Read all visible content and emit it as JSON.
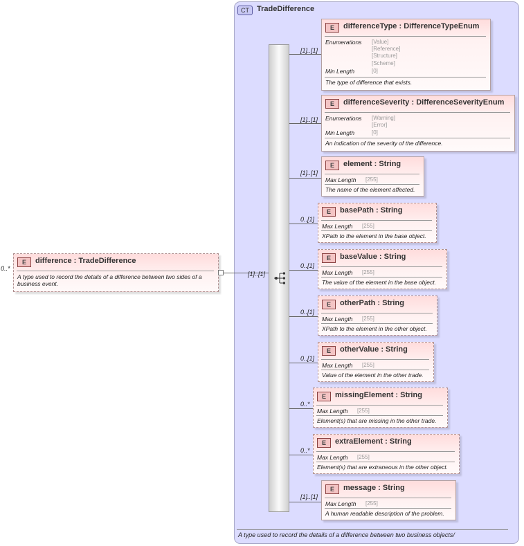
{
  "complex_type": {
    "badge": "CT",
    "name": "TradeDifference",
    "description": "A type used to record the details of a difference between two business objects/"
  },
  "root": {
    "badge": "E",
    "cardinality": "0..*",
    "name": "difference",
    "type": "TradeDifference",
    "description_line1": "A type used to record the details of a difference between two sides of a",
    "description_line2": "business event.",
    "sequence_cardinality": "[1]..[1]"
  },
  "elements": [
    {
      "name": "differenceType",
      "type": "DifferenceTypeEnum",
      "cardinality": "[1]..[1]",
      "enumerations_label": "Enumerations",
      "enumerations": [
        "[Value]",
        "[Reference]",
        "[Structure]",
        "[Scheme]"
      ],
      "min_length_label": "Min Length",
      "min_length": "[0]",
      "description": "The type of difference that exists."
    },
    {
      "name": "differenceSeverity",
      "type": "DifferenceSeverityEnum",
      "cardinality": "[1]..[1]",
      "enumerations_label": "Enumerations",
      "enumerations": [
        "[Warning]",
        "[Error]"
      ],
      "min_length_label": "Min Length",
      "min_length": "[0]",
      "description": "An indication of the severity of the difference."
    },
    {
      "name": "element",
      "type": "String",
      "cardinality": "[1]..[1]",
      "max_length_label": "Max Length",
      "max_length": "[255]",
      "description": "The name of the element affected."
    },
    {
      "name": "basePath",
      "type": "String",
      "cardinality": "0..[1]",
      "max_length_label": "Max Length",
      "max_length": "[255]",
      "description": "XPath to the element in the base object."
    },
    {
      "name": "baseValue",
      "type": "String",
      "cardinality": "0..[1]",
      "max_length_label": "Max Length",
      "max_length": "[255]",
      "description": "The value of the element in the base object."
    },
    {
      "name": "otherPath",
      "type": "String",
      "cardinality": "0..[1]",
      "max_length_label": "Max Length",
      "max_length": "[255]",
      "description": "XPath to the element in the other object."
    },
    {
      "name": "otherValue",
      "type": "String",
      "cardinality": "0..[1]",
      "max_length_label": "Max Length",
      "max_length": "[255]",
      "description": "Value of the element in the other trade."
    },
    {
      "name": "missingElement",
      "type": "String",
      "cardinality": "0..*",
      "max_length_label": "Max Length",
      "max_length": "[255]",
      "description": "Element(s) that are missing in the other trade."
    },
    {
      "name": "extraElement",
      "type": "String",
      "cardinality": "0..*",
      "max_length_label": "Max Length",
      "max_length": "[255]",
      "description": "Element(s) that are extraneous in the other object."
    },
    {
      "name": "message",
      "type": "String",
      "cardinality": "[1]..[1]",
      "max_length_label": "Max Length",
      "max_length": "[255]",
      "description": "A human readable description of the problem."
    }
  ],
  "element_badge": "E",
  "type_separator": ":"
}
